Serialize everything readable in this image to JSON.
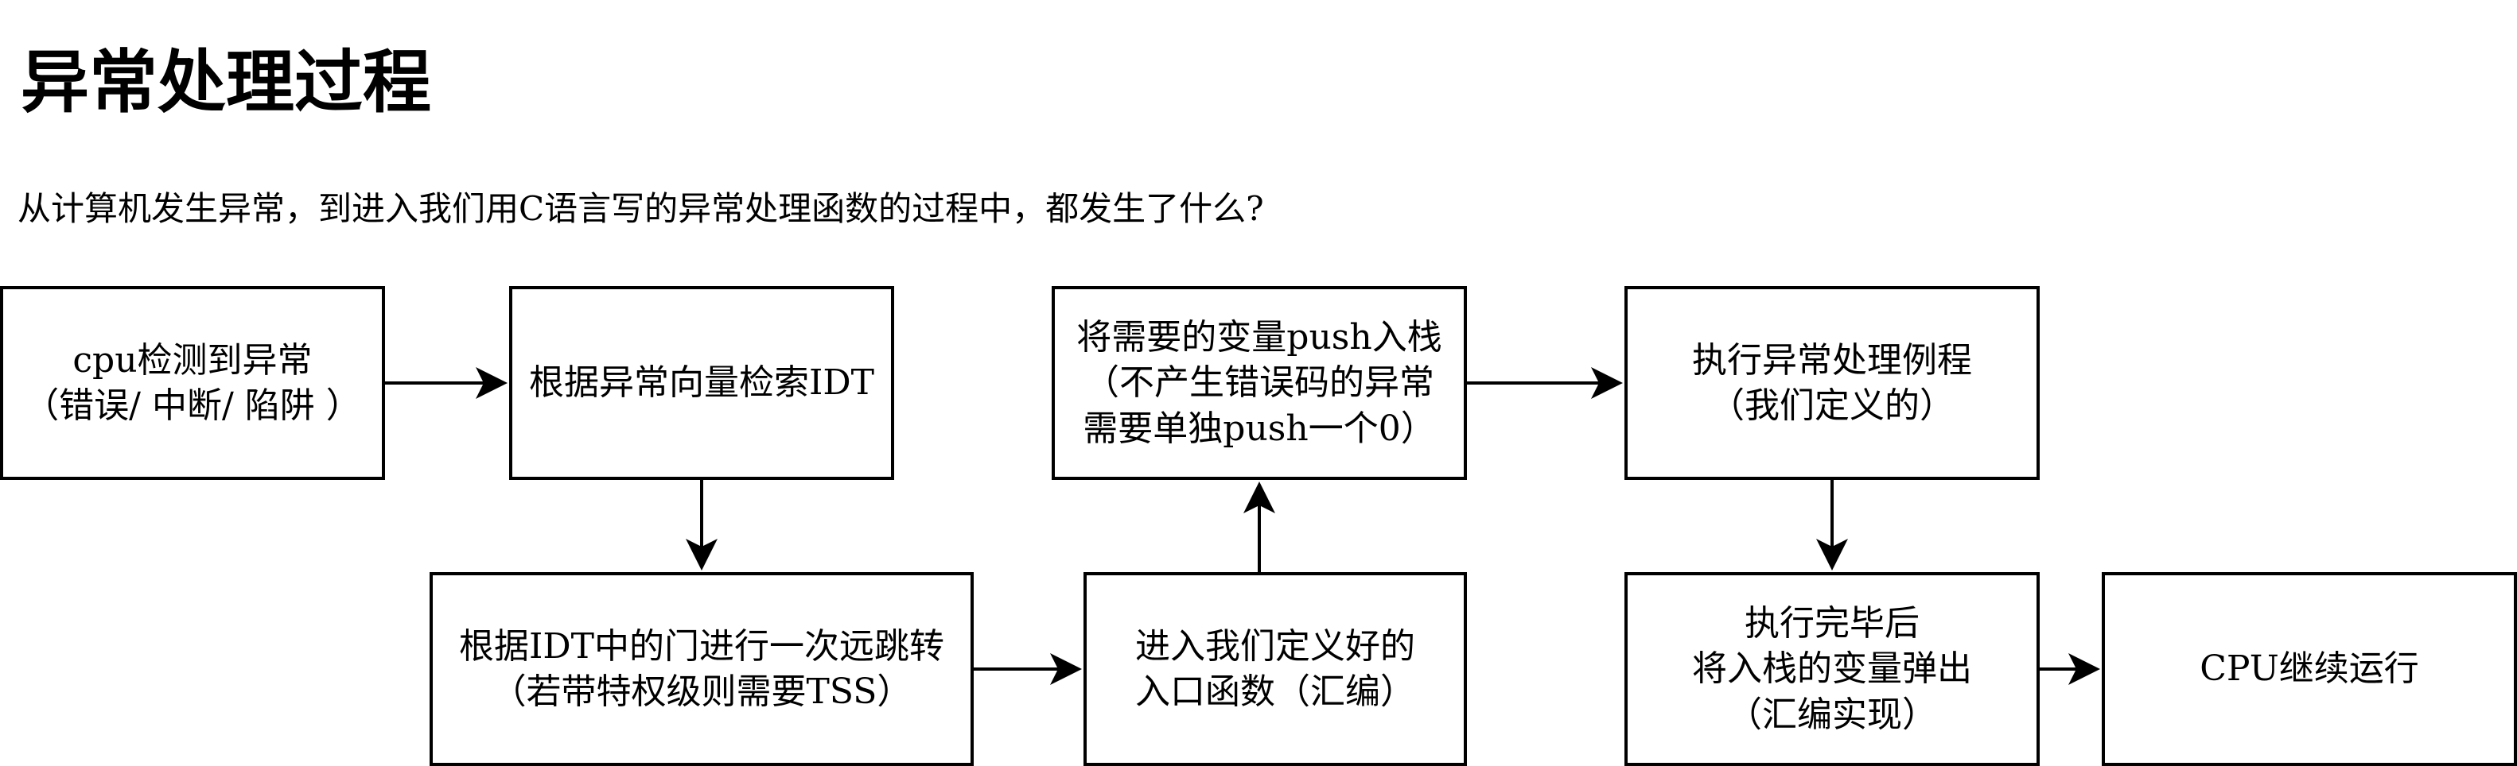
{
  "title": "异常处理过程",
  "subtitle": "从计算机发生异常，到进入我们用C语言写的异常处理函数的过程中，都发生了什么?",
  "boxes": {
    "detect": "cpu检测到异常\n（错误/ 中断/ 陷阱 ）",
    "idt_lookup": "根据异常向量检索IDT",
    "far_jump": "根据IDT中的门进行一次远跳转\n（若带特权级则需要TSS）",
    "entry_func": "进入我们定义好的\n入口函数（汇编）",
    "push_vars": "将需要的变量push入栈\n（不产生错误码的异常\n需要单独push一个0）",
    "run_handler": "执行异常处理例程\n（我们定义的）",
    "pop_vars": "执行完毕后\n将入栈的变量弹出\n（汇编实现）",
    "resume": "CPU继续运行"
  }
}
